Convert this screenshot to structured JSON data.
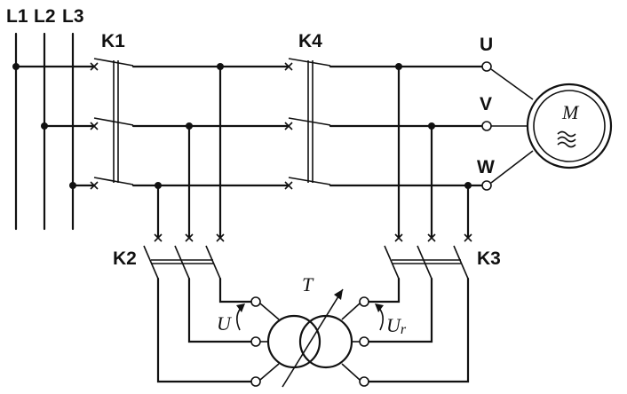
{
  "lines": [
    "L1",
    "L2",
    "L3"
  ],
  "contactors": {
    "k1": "K1",
    "k2": "K2",
    "k3": "K3",
    "k4": "K4"
  },
  "phases": [
    "U",
    "V",
    "W"
  ],
  "motor": {
    "letter": "M",
    "symbol": "≋"
  },
  "transformer": {
    "letter": "T",
    "u_in": "U",
    "u_out_main": "U",
    "u_out_sub": "r"
  }
}
